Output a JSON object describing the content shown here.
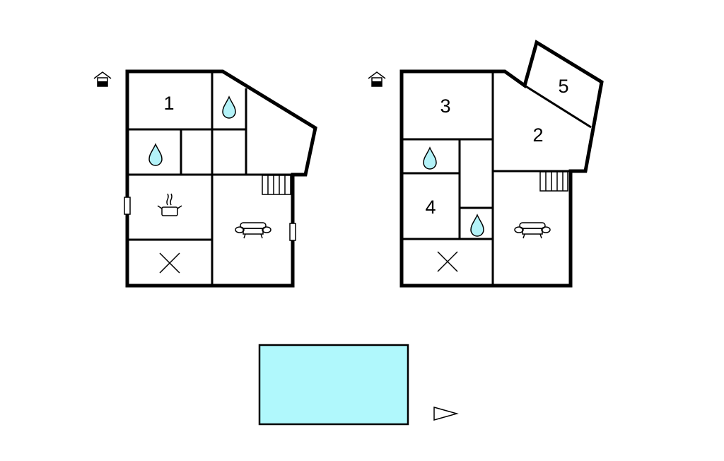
{
  "colors": {
    "water": "#b3f2f8",
    "pool": "#b0f8fc",
    "wall": "#000000"
  },
  "floor_1": {
    "rooms": [
      {
        "label": "1"
      }
    ],
    "icons": [
      "entrance-icon",
      "water-drop-icon",
      "water-drop-icon",
      "cooking-pot-icon",
      "sofa-icon",
      "dining-x-icon",
      "stairs-icon",
      "window-icon",
      "window-icon"
    ]
  },
  "floor_2": {
    "rooms": [
      {
        "label": "2"
      },
      {
        "label": "3"
      },
      {
        "label": "4"
      },
      {
        "label": "5"
      }
    ],
    "icons": [
      "entrance-icon",
      "water-drop-icon",
      "water-drop-icon",
      "sofa-icon",
      "dining-x-icon",
      "stairs-icon"
    ]
  },
  "site": {
    "icons": [
      "pool",
      "north-arrow-icon"
    ]
  }
}
